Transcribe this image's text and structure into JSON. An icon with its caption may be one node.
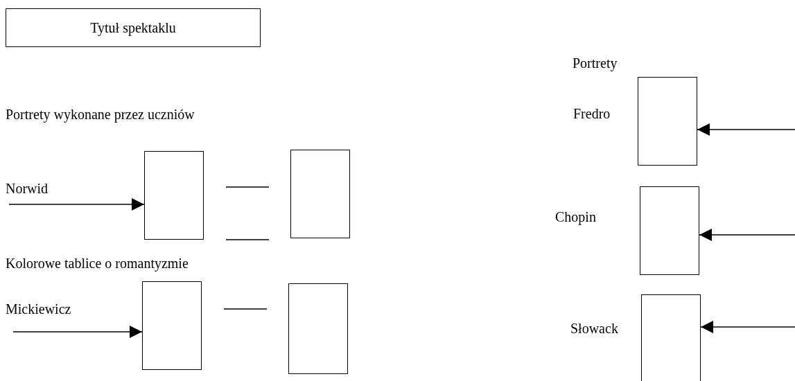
{
  "diagram": {
    "nodes": [
      {
        "text": [
          "Tytuł spektaklu"
        ]
      },
      {
        "text": [],
        "shape": "box"
      },
      {
        "text": [],
        "shape": "box"
      },
      {
        "text": [],
        "shape": "box"
      },
      {
        "text": [],
        "shape": "box"
      },
      {
        "text": [],
        "shape": "box"
      },
      {
        "text": [],
        "shape": "box"
      },
      {
        "text": [],
        "shape": "box"
      }
    ],
    "edges": [
      {
        "from": null,
        "to": 1,
        "arrow": "to"
      },
      {
        "from": null,
        "to": 3,
        "arrow": "to"
      },
      {
        "from": null,
        "to": 5,
        "arrow": "to"
      },
      {
        "from": null,
        "to": 6,
        "arrow": "to"
      },
      {
        "from": null,
        "to": 7,
        "arrow": "to"
      }
    ],
    "labels": [
      "Portrety",
      "Portrety wykonane przez uczniów",
      "Fredro",
      "Norwid",
      "Chopin",
      "Kolorowe tablice o romantyzmie",
      "Mickiewicz",
      "Słowack"
    ]
  }
}
